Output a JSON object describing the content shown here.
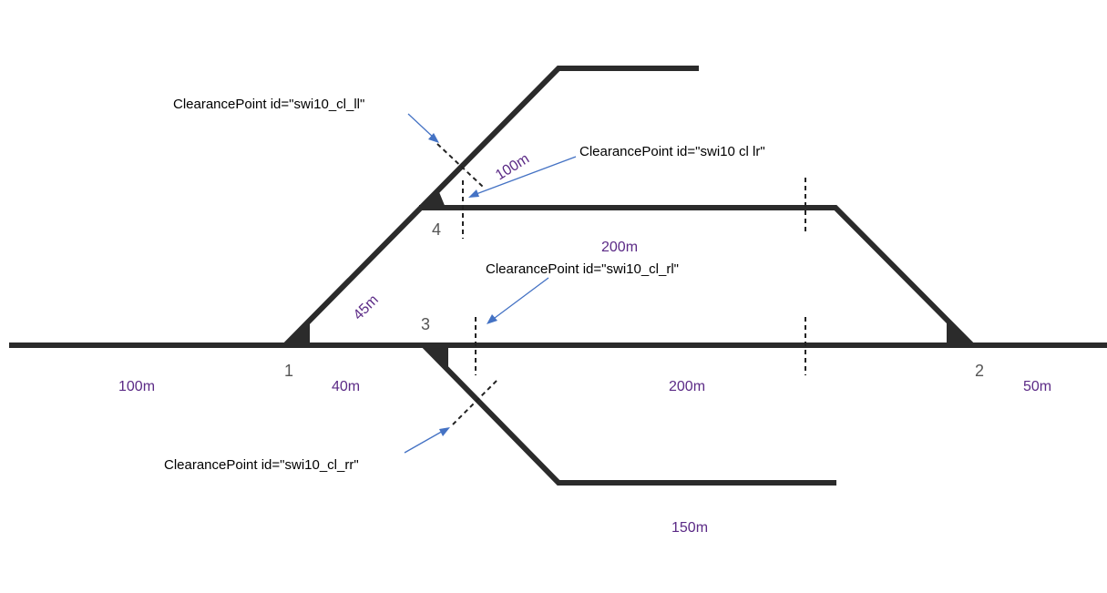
{
  "colors": {
    "track": "#2b2b2b",
    "length_label": "#5b2a86",
    "arrow": "#4472c4",
    "node_label": "#555555"
  },
  "nodes": {
    "n1": "1",
    "n2": "2",
    "n3": "3",
    "n4": "4"
  },
  "lengths": {
    "main_left": "100m",
    "main_mid": "40m",
    "main_center": "200m",
    "main_right": "50m",
    "upper_track": "200m",
    "diagonal_lower": "45m",
    "diagonal_upper": "100m",
    "lower_branch": "150m"
  },
  "callouts": {
    "cl_ll": "ClearancePoint id=\"swi10_cl_ll\"",
    "cl_lr": "ClearancePoint id=\"swi10  cl  lr\"",
    "cl_rl": "ClearancePoint id=\"swi10_cl_rl\"",
    "cl_rr": "ClearancePoint id=\"swi10_cl_rr\""
  }
}
